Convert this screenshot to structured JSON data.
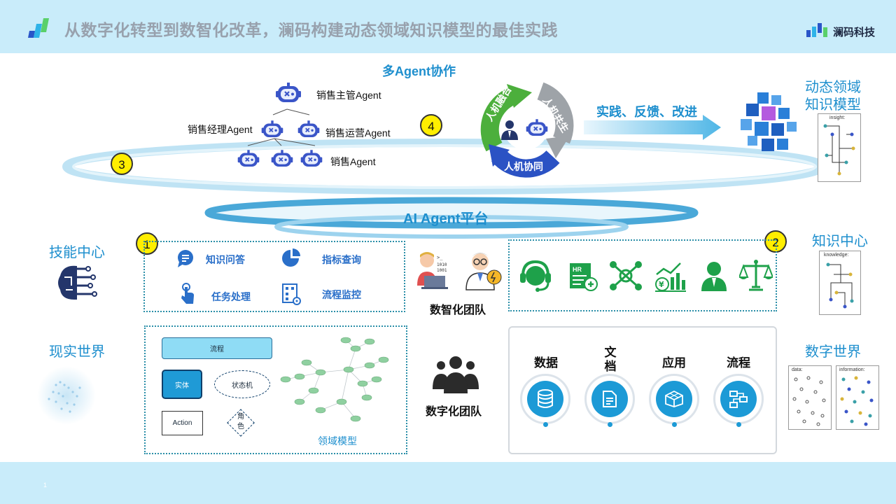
{
  "header": {
    "title": "从数字化转型到数智化改革，澜码构建动态领域知识模型的最佳实践",
    "brand": "澜码科技"
  },
  "footer": {
    "page_number": "1"
  },
  "multi_agent": {
    "title": "多Agent协作",
    "roles": {
      "supervisor": "销售主管Agent",
      "manager": "销售经理Agent",
      "operations": "销售运营Agent",
      "sales": "销售Agent"
    }
  },
  "cycle": {
    "fusion": "人机融合",
    "symbiosis": "人机共生",
    "collaboration": "人机协同"
  },
  "arrow_text": "实践、反馈、改进",
  "dynamic_model": {
    "line1": "动态领域",
    "line2": "知识模型"
  },
  "platform": "AI  Agent平台",
  "badges": [
    "1",
    "2",
    "3",
    "4"
  ],
  "side_labels": {
    "skill_center": "技能中心",
    "knowledge_center": "知识中心",
    "real_world": "现实世界",
    "digital_world": "数字世界"
  },
  "skills": [
    "知识问答",
    "指标查询",
    "任务处理",
    "流程监控"
  ],
  "teams": {
    "intelligent": "数智化团队",
    "digital": "数字化团队"
  },
  "domain_model": {
    "process": "流程",
    "entity": "实体",
    "state_machine": "状态机",
    "action": "Action",
    "role": "角色",
    "caption": "领域模型"
  },
  "digital_items": [
    "数据",
    "文档",
    "应用",
    "流程"
  ],
  "sketch_labels": {
    "insight": "insight:",
    "knowledge": "knowledge:",
    "data": "data:",
    "information": "information:"
  },
  "colors": {
    "header_bg": "#c9ecfa",
    "accent_blue": "#1e8fce",
    "skill_blue": "#2a6fc9",
    "knowledge_green": "#1ea14a",
    "badge_yellow": "#ffee00",
    "ring_blue": "#4aa8d8",
    "dark_navy": "#24366b"
  },
  "icons": {
    "logo": "logo-bars-icon",
    "robot": "robot-icon",
    "human": "human-icon",
    "skills": [
      "chat-bubble-icon",
      "pie-chart-icon",
      "touch-hand-icon",
      "flowchart-icon"
    ],
    "knowledge": [
      "headset-icon",
      "hr-document-icon",
      "network-icon",
      "finance-chart-icon",
      "person-icon",
      "scales-icon"
    ],
    "digital": [
      "database-icon",
      "document-icon",
      "app-cube-icon",
      "process-icon"
    ],
    "other": [
      "brain-circuit-icon",
      "globe-dots-icon",
      "team-icon",
      "programmer-icon",
      "scientist-icon",
      "cube-cluster-icon"
    ]
  }
}
